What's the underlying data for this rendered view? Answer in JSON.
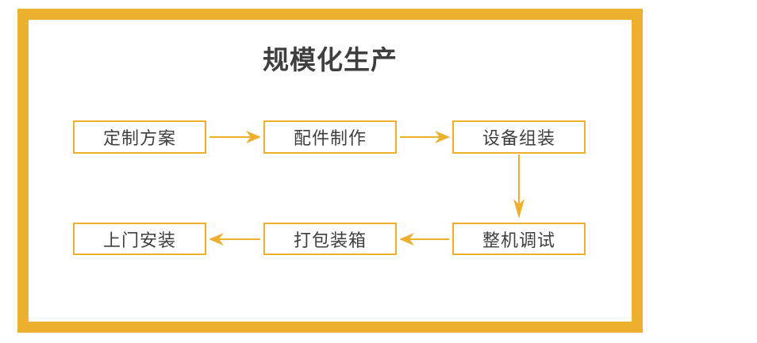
{
  "frame": {
    "accent_color": "#EDAF2E",
    "background_color": "#FFFFFF"
  },
  "header": {
    "title": "规模化生产",
    "title_color": "#3F3F3F"
  },
  "flowchart": {
    "type": "process-flow",
    "direction": "serpentine-left-to-right-then-right-to-left",
    "node_border_color": "#EDAF2E",
    "node_text_color": "#3F3F3F",
    "arrow_color": "#EDAF2E",
    "nodes": [
      {
        "id": "step-1",
        "label": "定制方案",
        "row": 1,
        "col": 1
      },
      {
        "id": "step-2",
        "label": "配件制作",
        "row": 1,
        "col": 2
      },
      {
        "id": "step-3",
        "label": "设备组装",
        "row": 1,
        "col": 3
      },
      {
        "id": "step-4",
        "label": "整机调试",
        "row": 2,
        "col": 3
      },
      {
        "id": "step-5",
        "label": "打包装箱",
        "row": 2,
        "col": 2
      },
      {
        "id": "step-6",
        "label": "上门安装",
        "row": 2,
        "col": 1
      }
    ],
    "connectors": [
      {
        "id": "arrow-1-2",
        "from": "step-1",
        "to": "step-2",
        "direction": "right"
      },
      {
        "id": "arrow-2-3",
        "from": "step-2",
        "to": "step-3",
        "direction": "right"
      },
      {
        "id": "arrow-3-4",
        "from": "step-3",
        "to": "step-4",
        "direction": "down"
      },
      {
        "id": "arrow-4-5",
        "from": "step-4",
        "to": "step-5",
        "direction": "left"
      },
      {
        "id": "arrow-5-6",
        "from": "step-5",
        "to": "step-6",
        "direction": "left"
      }
    ]
  }
}
